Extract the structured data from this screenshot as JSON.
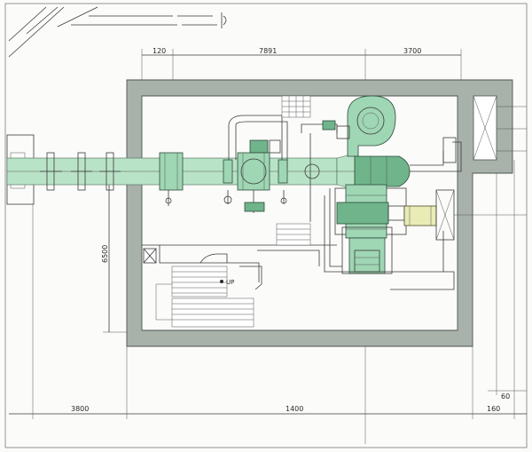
{
  "diagram": {
    "dimensions": {
      "top_left": "120",
      "top_middle": "7891",
      "top_right": "3700",
      "left_vertical": "6500",
      "bottom_left": "3800",
      "bottom_middle": "1400",
      "bottom_right": "160",
      "bottom_right_small": "60"
    },
    "labels": {
      "stair_up": "UP"
    }
  },
  "colors": {
    "duct_green": "#b9e3c7",
    "equipment_green": "#9fd6b4",
    "equipment_dark": "#6fb48a",
    "fan_yellow": "#e9ecb4",
    "wall_gray": "#a9b1ab"
  }
}
